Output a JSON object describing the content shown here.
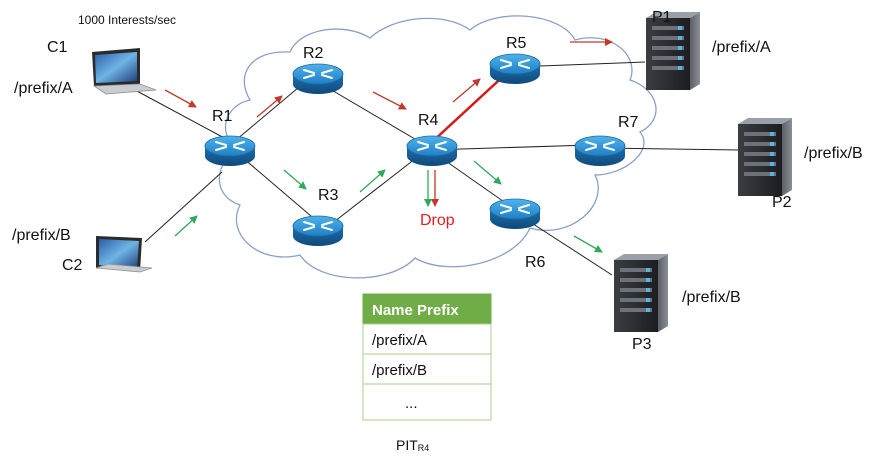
{
  "rate_label": "1000 Interests/sec",
  "consumers": [
    {
      "name": "C1",
      "prefix": "/prefix/A"
    },
    {
      "name": "C2",
      "prefix": "/prefix/B"
    }
  ],
  "routers": [
    "R1",
    "R2",
    "R3",
    "R4",
    "R5",
    "R6",
    "R7"
  ],
  "producers": [
    {
      "name": "P1",
      "prefix": "/prefix/A"
    },
    {
      "name": "P2",
      "prefix": "/prefix/B"
    },
    {
      "name": "P3",
      "prefix": "/prefix/B"
    }
  ],
  "drop_label": "Drop",
  "pit_table": {
    "header": "Name Prefix",
    "rows": [
      "/prefix/A",
      "/prefix/B",
      "..."
    ],
    "caption_main": "PIT",
    "caption_sub": "R4"
  },
  "colors": {
    "red_flow": "#c0392b",
    "green_flow": "#2eaa5a",
    "router_blue": "#1f7fc4",
    "table_header": "#70ad47",
    "table_border": "#a9d18e"
  }
}
